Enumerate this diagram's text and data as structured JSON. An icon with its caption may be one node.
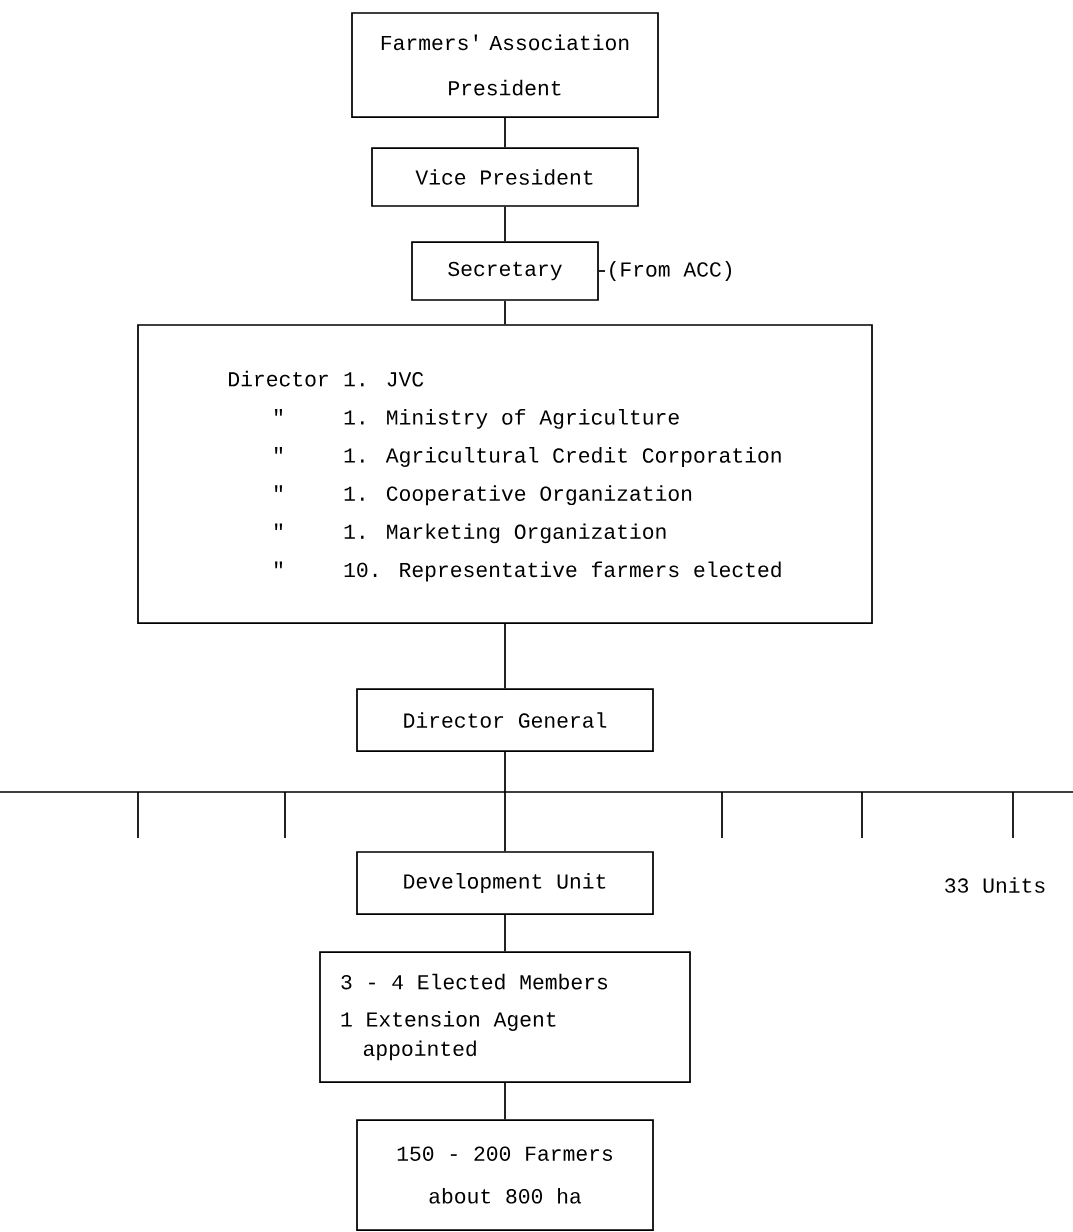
{
  "diagram": {
    "nodes": [
      {
        "text": [
          "Farmers' Association President"
        ]
      },
      {
        "text": [
          "Vice President"
        ]
      },
      {
        "text": [
          "Secretary"
        ]
      },
      {
        "text": [
          "(From ACC)"
        ]
      },
      {
        "text": [
          "Director",
          "1. JVC",
          "\"",
          "1. Ministry of Agriculture",
          "\"",
          "1. Agricultural Credit Corporation",
          "\"",
          "1. Cooperative Organization",
          "\"",
          "1. Marketing Organization",
          "\"",
          "10. Representative farmers elected"
        ]
      },
      {
        "text": [
          "Director General"
        ]
      },
      {
        "text": [
          "Development Unit"
        ]
      },
      {
        "text": [
          "3 - 4 Elected Members",
          "1 Extension Agent appointed"
        ]
      },
      {
        "text": [
          "150 - 200 Farmers",
          "about 800 ha"
        ]
      }
    ],
    "edges": [
      {
        "from": 0,
        "to": 1,
        "arrow": "none"
      },
      {
        "from": 1,
        "to": 2,
        "arrow": "none"
      },
      {
        "from": 2,
        "to": 3,
        "arrow": "none"
      },
      {
        "from": 2,
        "to": 4,
        "arrow": "none"
      },
      {
        "from": 4,
        "to": 5,
        "arrow": "none"
      },
      {
        "from": 5,
        "to": 6,
        "arrow": "none"
      },
      {
        "from": 6,
        "to": 7,
        "arrow": "none"
      },
      {
        "from": 7,
        "to": 8,
        "arrow": "none"
      }
    ],
    "labels": [
      "33 Units"
    ]
  }
}
